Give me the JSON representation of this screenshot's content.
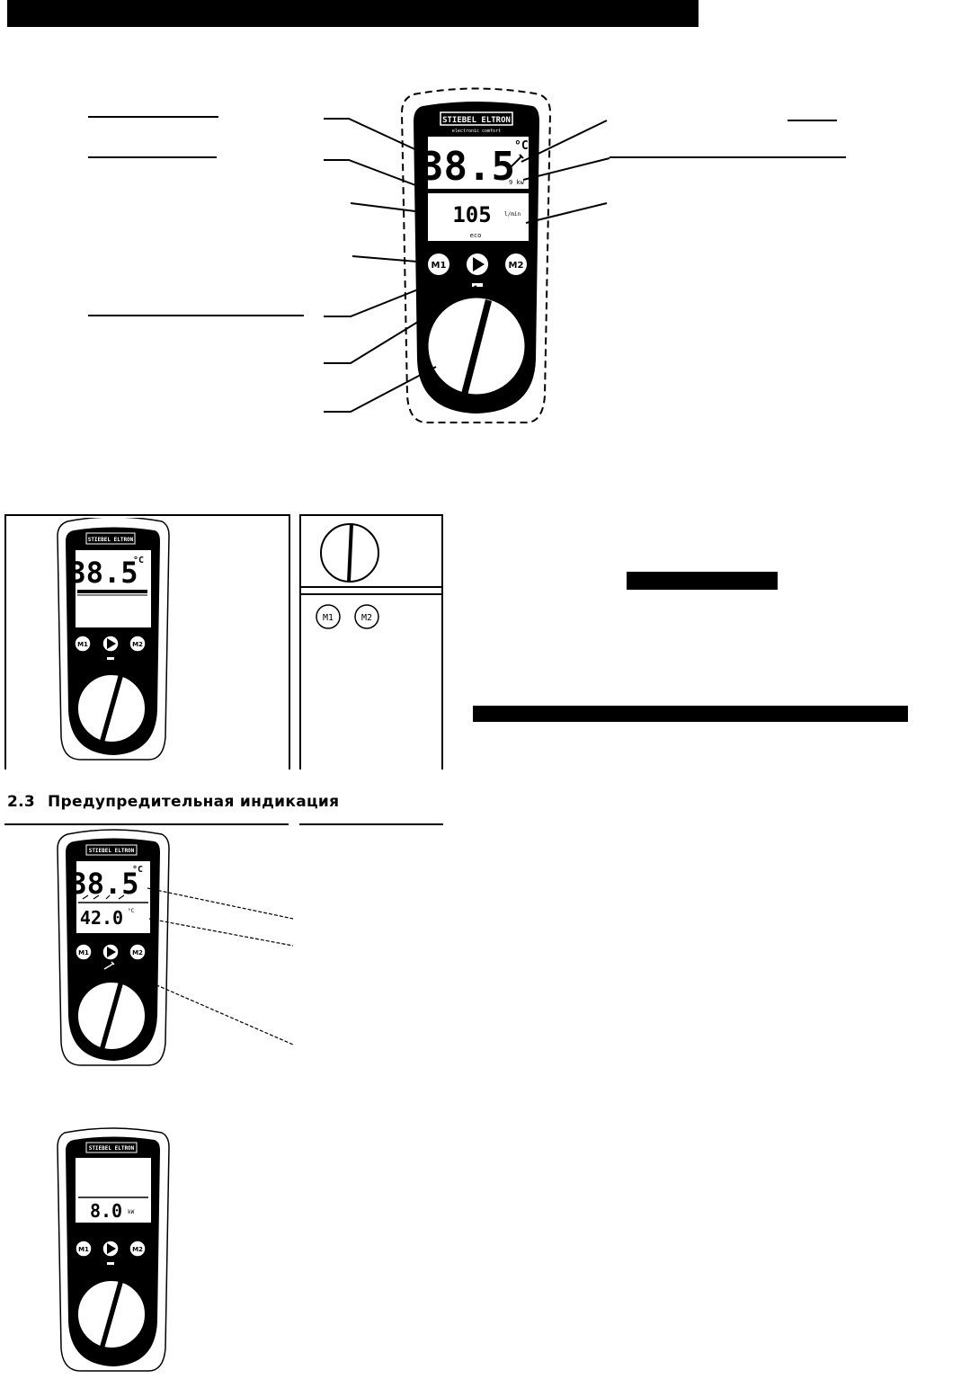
{
  "section": {
    "number": "2.3",
    "title": "Предупредительная индикация"
  },
  "device_main": {
    "brand": "STIEBEL ELTRON",
    "subtitle": "electronic comfort",
    "temperature": "38.5",
    "temp_unit": "°C",
    "flow_value": "105",
    "flow_unit": "l/min",
    "eco_label": "eco",
    "unit_side": "9 kw",
    "button_m1": "M1",
    "button_m2": "M2"
  },
  "device_small_1": {
    "brand": "STIEBEL ELTRON",
    "temperature": "38.5",
    "temp_unit": "°C",
    "button_m1": "M1",
    "button_m2": "M2"
  },
  "memory_box": {
    "button_m1": "M1",
    "button_m2": "M2"
  },
  "device_warning": {
    "brand": "STIEBEL ELTRON",
    "temperature": "38.5",
    "temp_unit": "°C",
    "set_temperature": "42.0",
    "set_unit": "°C",
    "button_m1": "M1",
    "button_m2": "M2"
  },
  "device_power": {
    "brand": "STIEBEL ELTRON",
    "power_value": "8.0",
    "power_unit": "kW",
    "button_m1": "M1",
    "button_m2": "M2"
  },
  "colors": {
    "ink": "#000000",
    "paper": "#ffffff"
  }
}
